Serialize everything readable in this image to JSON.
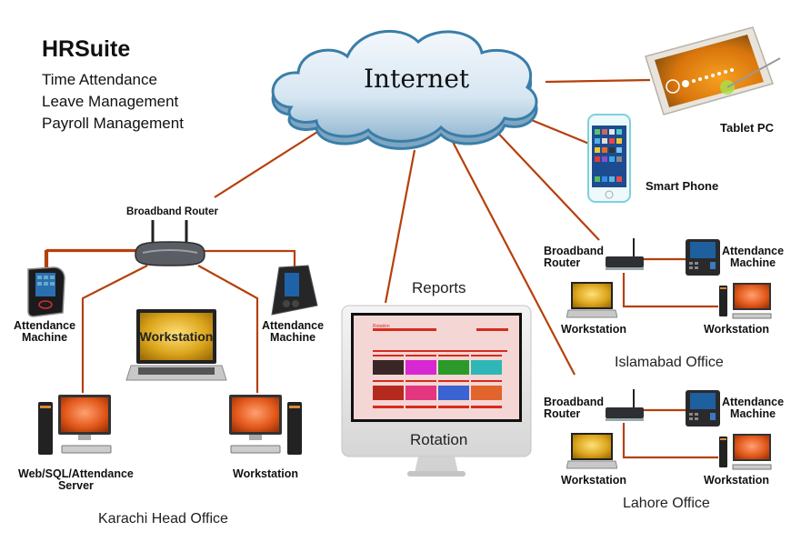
{
  "header": {
    "brand": "HRSuite",
    "features": [
      "Time Attendance",
      "Leave Management",
      "Payroll Management"
    ]
  },
  "cloud": {
    "label": "Internet"
  },
  "mobile": {
    "tablet_label": "Tablet PC",
    "phone_label": "Smart Phone"
  },
  "karachi": {
    "office_name": "Karachi Head Office",
    "router_label": "Broadband Router",
    "attendance_left": [
      "Attendance",
      "Machine"
    ],
    "attendance_right": [
      "Attendance",
      "Machine"
    ],
    "laptop_screen_text": "Workstation",
    "server_label": [
      "Web/SQL/Attendance",
      "Server"
    ],
    "workstation_label": "Workstation"
  },
  "reports": {
    "title": "Reports",
    "monitor_caption": "Rotation",
    "screen_title": "Rotation"
  },
  "islamabad": {
    "office_name": "Islamabad Office",
    "router_label": [
      "Broadband",
      "Router"
    ],
    "attendance_label": [
      "Attendance",
      "Machine"
    ],
    "laptop_label": "Workstation",
    "desktop_label": "Workstation"
  },
  "lahore": {
    "office_name": "Lahore Office",
    "router_label": [
      "Broadband",
      "Router"
    ],
    "attendance_label": [
      "Attendance",
      "Machine"
    ],
    "laptop_label": "Workstation",
    "desktop_label": "Workstation"
  },
  "colors": {
    "link": "#b5400c",
    "cloud_outline": "#3a7ea8",
    "cloud_fill": "#dbe9f4",
    "screen_orange": "#e2581a",
    "screen_gold": "#d9a514"
  }
}
